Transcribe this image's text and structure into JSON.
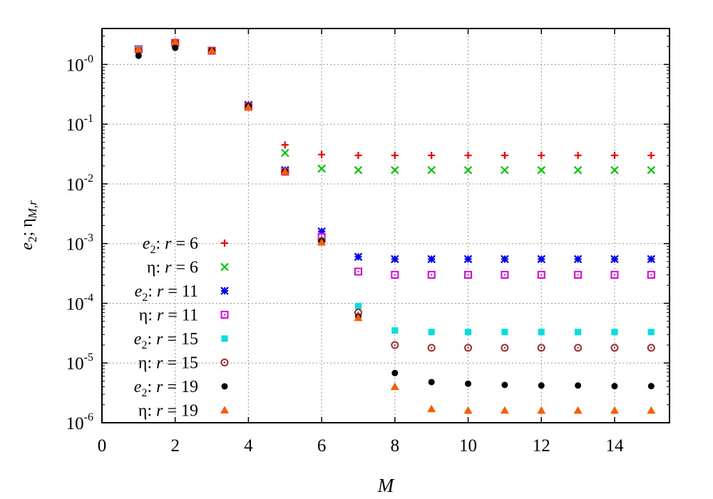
{
  "chart_data": {
    "type": "scatter",
    "xlabel": "M",
    "ylabel": "e₂; η_M,r",
    "xlim": [
      0,
      15.5
    ],
    "ylim": [
      1e-06,
      4
    ],
    "yscale": "log",
    "grid": true,
    "legend_position": "left-lower",
    "x_ticks": [
      "0",
      "2",
      "4",
      "6",
      "8",
      "10",
      "12",
      "14"
    ],
    "y_ticks": [
      {
        "base": "10",
        "exp": "-6"
      },
      {
        "base": "10",
        "exp": "-5"
      },
      {
        "base": "10",
        "exp": "-4"
      },
      {
        "base": "10",
        "exp": "-3"
      },
      {
        "base": "10",
        "exp": "-2"
      },
      {
        "base": "10",
        "exp": "-1"
      },
      {
        "base": "10",
        "exp": "-0"
      }
    ],
    "series": [
      {
        "name": "e2: r = 6",
        "legend_prefix": "e",
        "legend_sub": "2",
        "legend_r": "r",
        "legend_rest": " = 6",
        "marker": "plus",
        "color": "#ff0000",
        "x": [
          1,
          2,
          3,
          4,
          5,
          6,
          7,
          8,
          9,
          10,
          11,
          12,
          13,
          14,
          15
        ],
        "y": [
          1.8,
          2.3,
          1.7,
          0.2,
          0.045,
          0.031,
          0.03,
          0.03,
          0.03,
          0.03,
          0.03,
          0.03,
          0.03,
          0.03,
          0.03
        ]
      },
      {
        "name": "η: r = 6",
        "legend_prefix": "η",
        "legend_sub": "",
        "legend_r": "r",
        "legend_rest": " = 6",
        "marker": "cross",
        "color": "#00cc00",
        "x": [
          1,
          2,
          3,
          4,
          5,
          6,
          7,
          8,
          9,
          10,
          11,
          12,
          13,
          14,
          15
        ],
        "y": [
          1.8,
          2.3,
          1.7,
          0.2,
          0.033,
          0.018,
          0.017,
          0.017,
          0.017,
          0.017,
          0.017,
          0.017,
          0.017,
          0.017,
          0.017
        ]
      },
      {
        "name": "e2: r = 11",
        "legend_prefix": "e",
        "legend_sub": "2",
        "legend_r": "r",
        "legend_rest": " = 11",
        "marker": "star",
        "color": "#0000ff",
        "x": [
          1,
          2,
          3,
          4,
          5,
          6,
          7,
          8,
          9,
          10,
          11,
          12,
          13,
          14,
          15
        ],
        "y": [
          1.8,
          2.3,
          1.7,
          0.21,
          0.017,
          0.0016,
          0.0006,
          0.00055,
          0.00055,
          0.00055,
          0.00055,
          0.00055,
          0.00055,
          0.00055,
          0.00055
        ]
      },
      {
        "name": "η: r = 11",
        "legend_prefix": "η",
        "legend_sub": "",
        "legend_r": "r",
        "legend_rest": " = 11",
        "marker": "opensquare",
        "color": "#e000e0",
        "x": [
          1,
          2,
          3,
          4,
          5,
          6,
          7,
          8,
          9,
          10,
          11,
          12,
          13,
          14,
          15
        ],
        "y": [
          1.8,
          2.3,
          1.7,
          0.2,
          0.016,
          0.0013,
          0.00034,
          0.0003,
          0.0003,
          0.0003,
          0.0003,
          0.0003,
          0.0003,
          0.0003,
          0.0003
        ]
      },
      {
        "name": "e2: r = 15",
        "legend_prefix": "e",
        "legend_sub": "2",
        "legend_r": "r",
        "legend_rest": " = 15",
        "marker": "filledsquare",
        "color": "#00e0e0",
        "x": [
          1,
          2,
          3,
          4,
          5,
          6,
          7,
          8,
          9,
          10,
          11,
          12,
          13,
          14,
          15
        ],
        "y": [
          1.8,
          2.3,
          1.7,
          0.2,
          0.016,
          0.0011,
          9e-05,
          3.5e-05,
          3.3e-05,
          3.3e-05,
          3.3e-05,
          3.3e-05,
          3.3e-05,
          3.3e-05,
          3.3e-05
        ]
      },
      {
        "name": "η: r = 15",
        "legend_prefix": "η",
        "legend_sub": "",
        "legend_r": "r",
        "legend_rest": " = 15",
        "marker": "opencircle",
        "color": "#a52a2a",
        "x": [
          1,
          2,
          3,
          4,
          5,
          6,
          7,
          8,
          9,
          10,
          11,
          12,
          13,
          14,
          15
        ],
        "y": [
          1.7,
          2.3,
          1.7,
          0.2,
          0.016,
          0.0011,
          7e-05,
          2e-05,
          1.8e-05,
          1.8e-05,
          1.8e-05,
          1.8e-05,
          1.8e-05,
          1.8e-05,
          1.8e-05
        ]
      },
      {
        "name": "e2: r = 19",
        "legend_prefix": "e",
        "legend_sub": "2",
        "legend_r": "r",
        "legend_rest": " = 19",
        "marker": "filledcircle",
        "color": "#000000",
        "x": [
          1,
          2,
          3,
          4,
          5,
          6,
          7,
          8,
          9,
          10,
          11,
          12,
          13,
          14,
          15
        ],
        "y": [
          1.4,
          1.9,
          1.7,
          0.2,
          0.016,
          0.0011,
          6e-05,
          6.8e-06,
          4.8e-06,
          4.5e-06,
          4.3e-06,
          4.2e-06,
          4.2e-06,
          4.1e-06,
          4.1e-06
        ]
      },
      {
        "name": "η: r = 19",
        "legend_prefix": "η",
        "legend_sub": "",
        "legend_r": "r",
        "legend_rest": " = 19",
        "marker": "triangle",
        "color": "#ff5a00",
        "x": [
          1,
          2,
          3,
          4,
          5,
          6,
          7,
          8,
          9,
          10,
          11,
          12,
          13,
          14,
          15
        ],
        "y": [
          1.8,
          2.4,
          1.7,
          0.19,
          0.016,
          0.00105,
          5.7e-05,
          4e-06,
          1.7e-06,
          1.6e-06,
          1.6e-06,
          1.6e-06,
          1.6e-06,
          1.6e-06,
          1.6e-06
        ]
      }
    ]
  }
}
